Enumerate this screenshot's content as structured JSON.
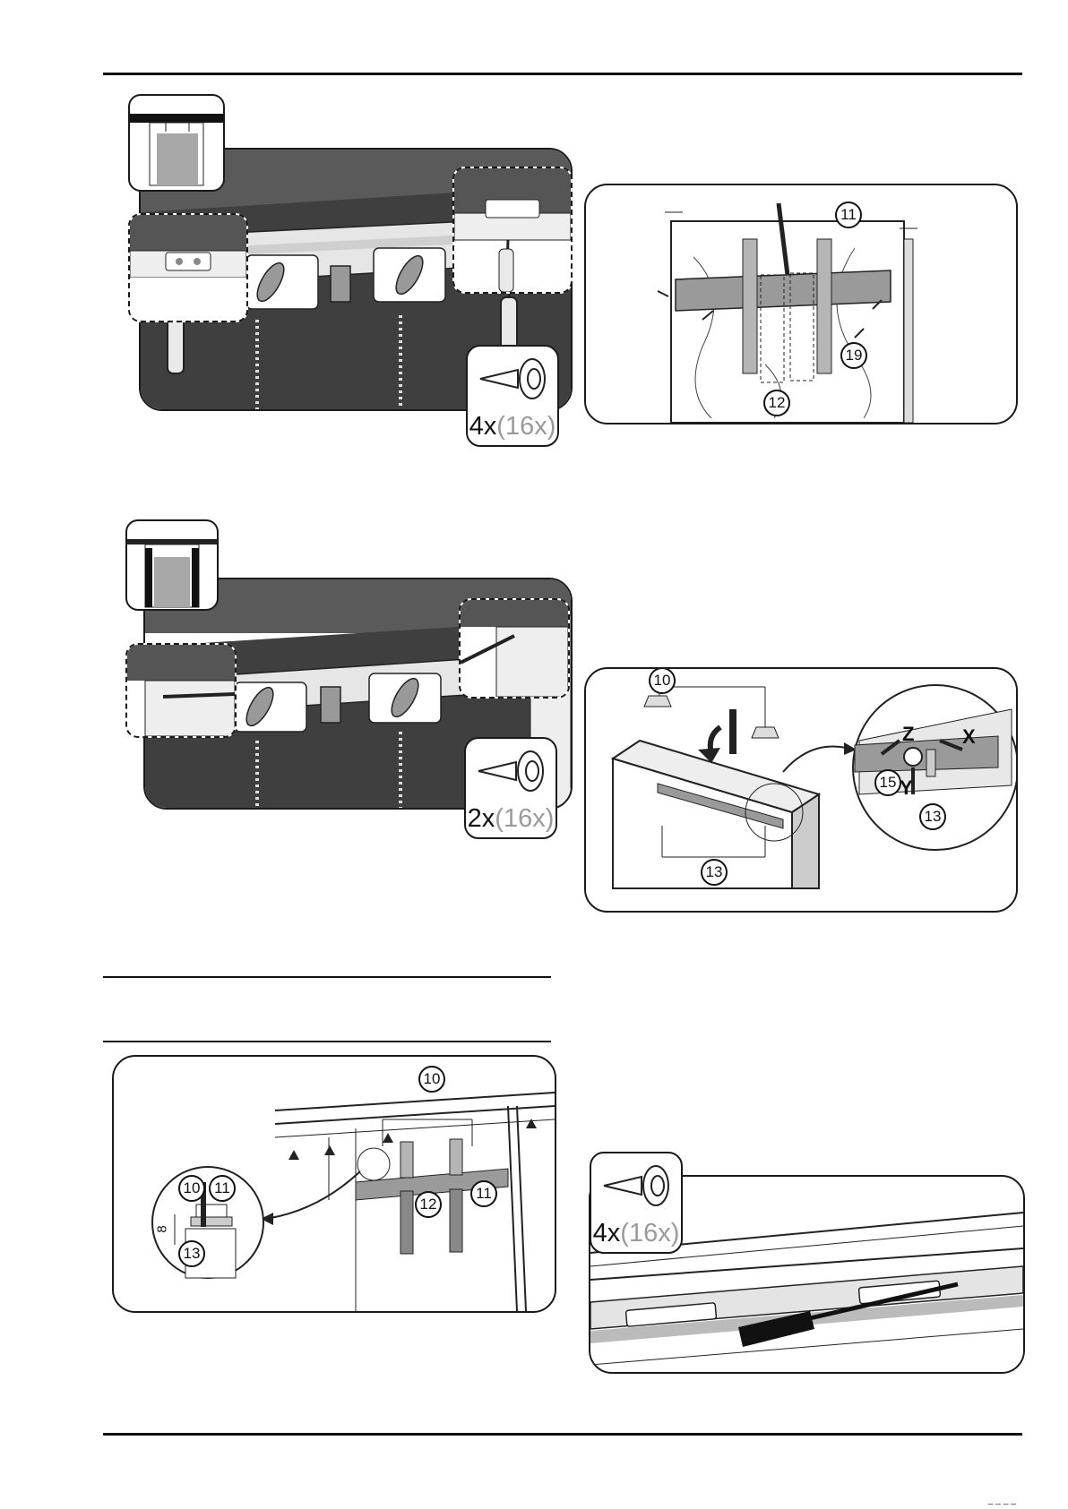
{
  "quantities": {
    "fig1": {
      "main": "4x",
      "sub": "(16x)"
    },
    "fig2": {
      "main": "2x",
      "sub": "(16x)"
    },
    "fig6": {
      "main": "4x",
      "sub": "(16x)"
    }
  },
  "callouts": {
    "fig3": {
      "c11": "11",
      "c12": "12",
      "c19": "19"
    },
    "fig4": {
      "c10": "10",
      "c13": "13",
      "c13b": "13",
      "c15": "15",
      "axis_z": "Z",
      "axis_x": "X",
      "axis_y": "Y"
    },
    "fig5": {
      "c10": "10",
      "c11": "11",
      "c12": "12",
      "c10b": "10",
      "c11b": "11",
      "c13": "13",
      "dim": "8"
    }
  },
  "footer": {
    "page_number": "____"
  }
}
